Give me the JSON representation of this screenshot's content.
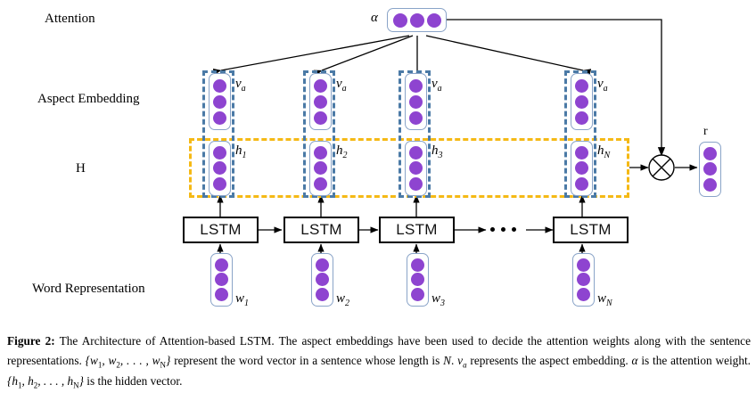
{
  "figure": {
    "row_labels": {
      "attention": "Attention",
      "aspect_embedding": "Aspect Embedding",
      "h": "H",
      "word_representation": "Word Representation"
    },
    "attention_weight_label": "α",
    "output_label": "r",
    "multiply_operator": "⊗",
    "ellipsis": "• • •",
    "columns": [
      {
        "lstm": "LSTM",
        "aspect_label": "v",
        "aspect_sub": "a",
        "hidden_label": "h",
        "hidden_sub": "1",
        "word_label": "w",
        "word_sub": "1"
      },
      {
        "lstm": "LSTM",
        "aspect_label": "v",
        "aspect_sub": "a",
        "hidden_label": "h",
        "hidden_sub": "2",
        "word_label": "w",
        "word_sub": "2"
      },
      {
        "lstm": "LSTM",
        "aspect_label": "v",
        "aspect_sub": "a",
        "hidden_label": "h",
        "hidden_sub": "3",
        "word_label": "w",
        "word_sub": "3"
      },
      {
        "lstm": "LSTM",
        "aspect_label": "v",
        "aspect_sub": "a",
        "hidden_label": "h",
        "hidden_sub": "N",
        "word_label": "w",
        "word_sub": "N"
      }
    ],
    "vector_cells_per_vector": 3,
    "attention_vector_cells": 3,
    "output_vector_cells": 3,
    "colors": {
      "neuron_purple": "#8e44d0",
      "capsule_border_blue": "#8aa4c8",
      "dashed_box_blue": "#4b7aa6",
      "dashed_box_yellow": "#f5b915",
      "arrow_black": "#000000",
      "background": "#ffffff"
    }
  },
  "caption": {
    "figure_number": "Figure 2:",
    "part1": " The Architecture of Attention-based LSTM. The aspect embeddings have been used to decide the attention weights along with the sentence representations. ",
    "set_w": "{w",
    "set_w_sub1": "1",
    "set_w_mid": ", w",
    "set_w_sub2": "2",
    "set_w_dots": ", . . . , w",
    "set_w_subN": "N",
    "set_w_close": "}",
    "part2": " represent the word vector in a sentence whose length is ",
    "n_symbol": "N",
    "part3": ". ",
    "va_symbol": "v",
    "va_sub": "a",
    "part4": " represents the aspect embedding. ",
    "alpha_symbol": "α",
    "part5": " is the attention weight. ",
    "set_h": "{h",
    "set_h_sub1": "1",
    "set_h_mid": ", h",
    "set_h_sub2": "2",
    "set_h_dots": ", . . . , h",
    "set_h_subN": "N",
    "set_h_close": "}",
    "part6": " is the hidden vector."
  }
}
